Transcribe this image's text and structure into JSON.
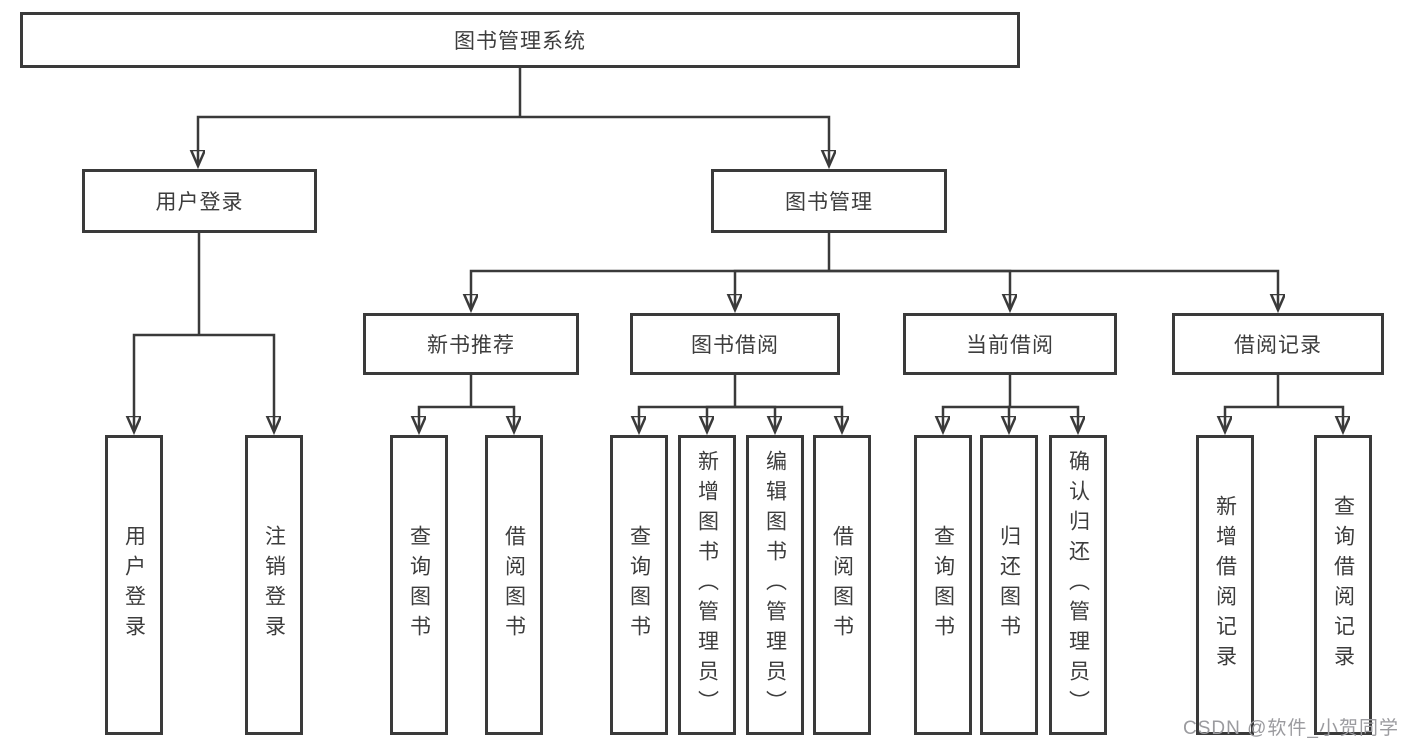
{
  "diagram": {
    "type": "hierarchy",
    "tree": {
      "root": "图书管理系统",
      "branches": [
        {
          "label": "用户登录",
          "children": [
            "用户登录",
            "注销登录"
          ]
        },
        {
          "label": "图书管理",
          "children": [
            {
              "label": "新书推荐",
              "children": [
                "查询图书",
                "借阅图书"
              ]
            },
            {
              "label": "图书借阅",
              "children": [
                "查询图书",
                "新增图书（管理员）",
                "编辑图书（管理员）",
                "借阅图书"
              ]
            },
            {
              "label": "当前借阅",
              "children": [
                "查询图书",
                "归还图书",
                "确认归还（管理员）"
              ]
            },
            {
              "label": "借阅记录",
              "children": [
                "新增借阅记录",
                "查询借阅记录"
              ]
            }
          ]
        }
      ]
    },
    "colors": {
      "line": "#3a3a3a",
      "text": "#3d3d3d",
      "background": "#ffffff",
      "watermark": "#9b9b9f"
    }
  },
  "watermark": {
    "text": "CSDN @软件_小贺同学"
  }
}
